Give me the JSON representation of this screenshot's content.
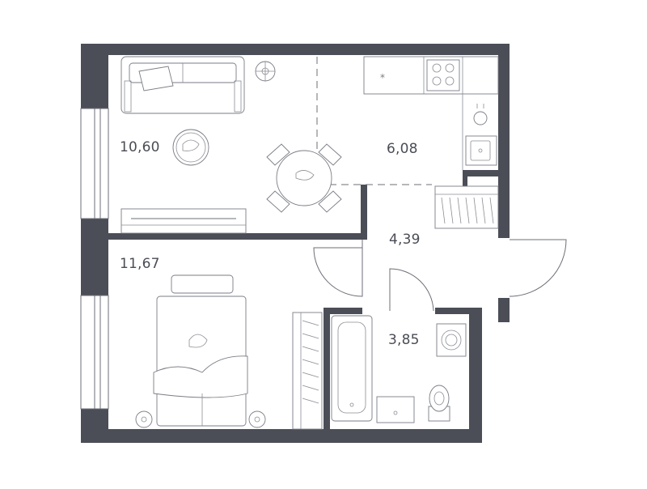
{
  "plan": {
    "rooms": [
      {
        "id": "living",
        "area": "10,60"
      },
      {
        "id": "kitchen",
        "area": "6,08"
      },
      {
        "id": "hall",
        "area": "4,39"
      },
      {
        "id": "bedroom",
        "area": "11,67"
      },
      {
        "id": "bathroom",
        "area": "3,85"
      }
    ],
    "colors": {
      "wall": "#4b4e57",
      "line": "#6c6f77",
      "background": "#ffffff",
      "label": "#4a4d55"
    },
    "icons": [
      "sofa-icon",
      "armchair-icon",
      "tv-stand-icon",
      "dining-table-icon",
      "stove-icon",
      "sink-icon",
      "wardrobe-icon",
      "bed-icon",
      "bathtub-icon",
      "washing-machine-icon",
      "toilet-icon",
      "fan-icon",
      "pet-icon"
    ]
  }
}
